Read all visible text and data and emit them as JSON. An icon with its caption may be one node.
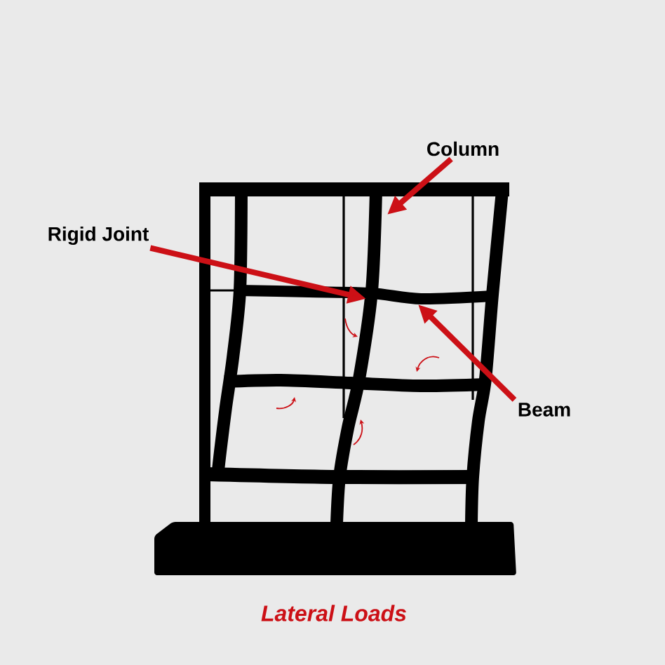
{
  "diagram": {
    "caption": "Lateral Loads",
    "nodes": [
      {
        "text": [
          "Column"
        ]
      },
      {
        "text": [
          "Rigid Joint"
        ]
      },
      {
        "text": [
          "Beam"
        ]
      }
    ],
    "edges": [
      {
        "from": 0,
        "to": null,
        "arrow": "to"
      },
      {
        "from": 1,
        "to": null,
        "arrow": "to"
      },
      {
        "from": 2,
        "to": null,
        "arrow": "to"
      }
    ]
  }
}
